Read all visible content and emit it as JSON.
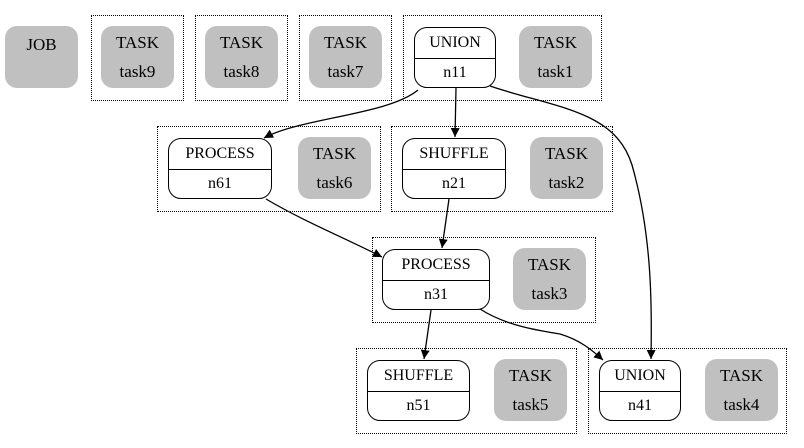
{
  "legend": {
    "job_label": "JOB"
  },
  "tasks": {
    "task9": {
      "type": "TASK",
      "id": "task9"
    },
    "task8": {
      "type": "TASK",
      "id": "task8"
    },
    "task7": {
      "type": "TASK",
      "id": "task7"
    },
    "task1": {
      "type": "TASK",
      "id": "task1"
    },
    "task6": {
      "type": "TASK",
      "id": "task6"
    },
    "task2": {
      "type": "TASK",
      "id": "task2"
    },
    "task3": {
      "type": "TASK",
      "id": "task3"
    },
    "task5": {
      "type": "TASK",
      "id": "task5"
    },
    "task4": {
      "type": "TASK",
      "id": "task4"
    }
  },
  "nodes": {
    "n11": {
      "type": "UNION",
      "id": "n11"
    },
    "n61": {
      "type": "PROCESS",
      "id": "n61"
    },
    "n21": {
      "type": "SHUFFLE",
      "id": "n21"
    },
    "n31": {
      "type": "PROCESS",
      "id": "n31"
    },
    "n51": {
      "type": "SHUFFLE",
      "id": "n51"
    },
    "n41": {
      "type": "UNION",
      "id": "n41"
    }
  },
  "edges": [
    {
      "from": "n11",
      "to": "n61"
    },
    {
      "from": "n11",
      "to": "n21"
    },
    {
      "from": "n11",
      "to": "n41"
    },
    {
      "from": "n61",
      "to": "n31"
    },
    {
      "from": "n21",
      "to": "n31"
    },
    {
      "from": "n31",
      "to": "n51"
    },
    {
      "from": "n31",
      "to": "n41"
    }
  ],
  "colors": {
    "task_fill": "#c0c0c0",
    "node_fill": "#ffffff",
    "stroke": "#000000"
  }
}
